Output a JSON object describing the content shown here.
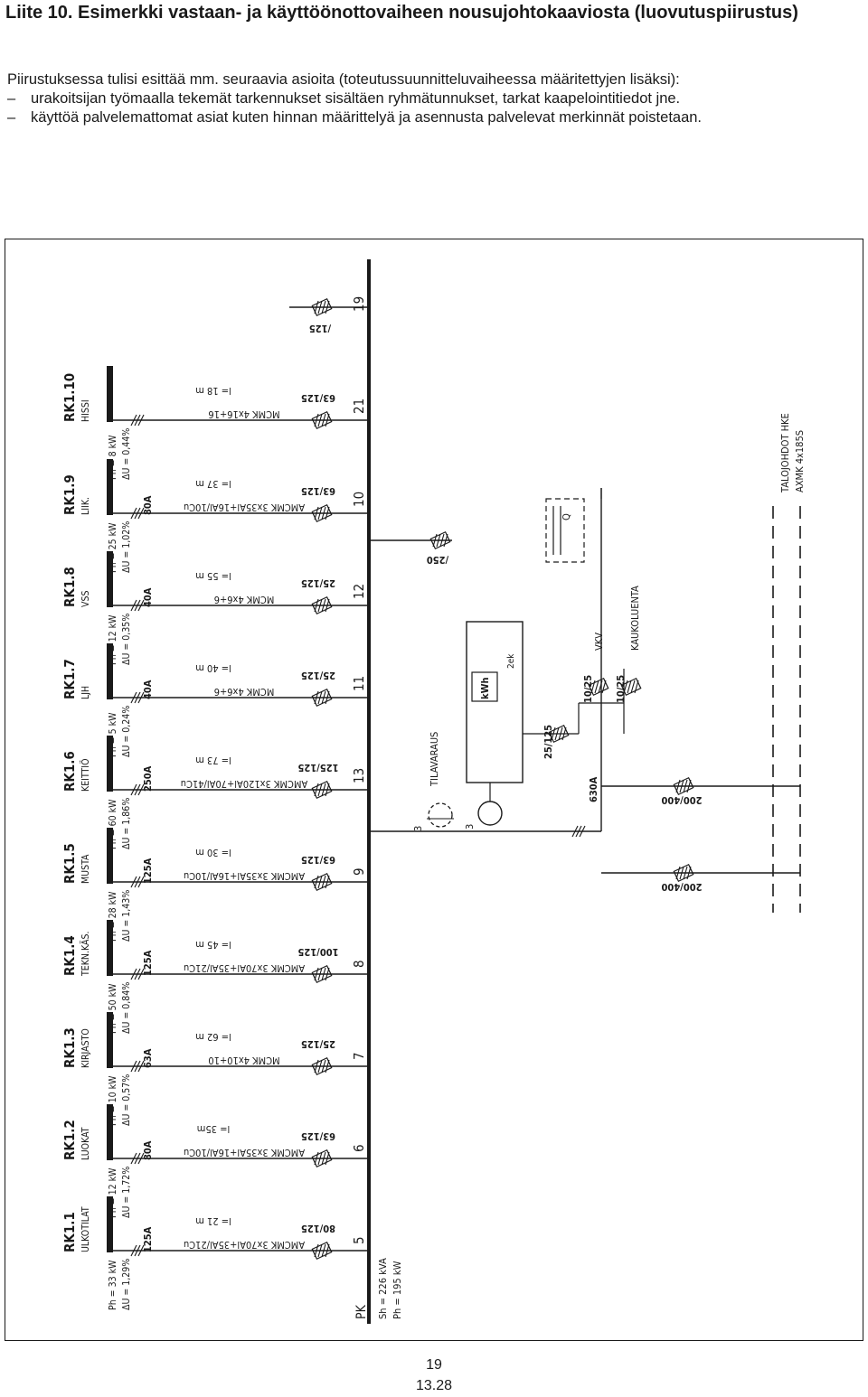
{
  "document": {
    "title": "Liite 10. Esimerkki vastaan- ja käyttöönottovaiheen nousujohtokaaviosta (luovutuspiirustus)",
    "intro": "Piirustuksessa tulisi esittää mm. seuraavia asioita (toteutussuunnitteluvaiheessa määritettyjen lisäksi):",
    "bullets": [
      "urakoitsijan työmaalla tekemät tarkennukset sisältäen ryhmätunnukset, tarkat kaapelointitiedot jne.",
      "käyttöä palvelemattomat asiat kuten hinnan määrittelyä ja asennusta palvelevat merkinnät poistetaan."
    ],
    "page_number": "19",
    "page_sub": "13.28"
  },
  "diagram": {
    "main_board": {
      "label": "PK",
      "sh": "Sh = 226 kVA",
      "ph": "Ph = 195 kW"
    },
    "feeders": [
      {
        "id": "RK1.1",
        "name": "ULKOTILAT",
        "ph": "Ph = 33 kW",
        "du": "ΔU = 1,29%",
        "fuse": "125A",
        "length": "l= 21 m",
        "cable": "AMCMK 3x70Al+35Al/21Cu",
        "ct": "80/125",
        "num": "5"
      },
      {
        "id": "RK1.2",
        "name": "LUOKAT",
        "ph": "Ph = 12 kW",
        "du": "ΔU = 1,72%",
        "fuse": "80A",
        "length": "l= 35m",
        "cable": "AMCMK 3x35Al+16Al/10Cu",
        "ct": "63/125",
        "num": "6"
      },
      {
        "id": "RK1.3",
        "name": "KIRJASTO",
        "ph": "Ph = 10 kW",
        "du": "ΔU = 0,57%",
        "fuse": "63A",
        "length": "l= 62 m",
        "cable": "MCMK 4x10+10",
        "ct": "25/125",
        "num": "7"
      },
      {
        "id": "RK1.4",
        "name": "TEKN.KÄS.",
        "ph": "Ph = 50 kW",
        "du": "ΔU = 0,84%",
        "fuse": "125A",
        "length": "l= 45 m",
        "cable": "AMCMK 3x70Al+35Al/21Cu",
        "ct": "100/125",
        "num": "8"
      },
      {
        "id": "RK1.5",
        "name": "MUSTA",
        "ph": "Ph = 28 kW",
        "du": "ΔU = 1,43%",
        "fuse": "125A",
        "length": "l= 30 m",
        "cable": "AMCMK 3x35Al+16Al/10Cu",
        "ct": "63/125",
        "num": "9"
      },
      {
        "id": "RK1.6",
        "name": "KEITTIÖ",
        "ph": "Ph = 60 kW",
        "du": "ΔU = 1,86%",
        "fuse": "250A",
        "length": "l= 73 m",
        "cable": "AMCMK 3x120Al+70Al/41Cu",
        "ct": "125/125",
        "num": "13"
      },
      {
        "id": "RK1.7",
        "name": "LJH",
        "ph": "Ph = 5 kW",
        "du": "ΔU = 0,24%",
        "fuse": "40A",
        "length": "l= 40 m",
        "cable": "MCMK 4x6+6",
        "ct": "25/125",
        "num": "11"
      },
      {
        "id": "RK1.8",
        "name": "VSS",
        "ph": "Ph = 12 kW",
        "du": "ΔU = 0,35%",
        "fuse": "40A",
        "length": "l= 55 m",
        "cable": "MCMK 4x6+6",
        "ct": "25/125",
        "num": "12"
      },
      {
        "id": "RK1.9",
        "name": "LIIK.",
        "ph": "Ph = 25 kW",
        "du": "ΔU = 1,02%",
        "fuse": "80A",
        "length": "l= 37 m",
        "cable": "AMCMK 3x35Al+16Al/10Cu",
        "ct": "63/125",
        "num": "10"
      },
      {
        "id": "RK1.10",
        "name": "HISSI",
        "ph": "Ph = 8 kW",
        "du": "ΔU = 0,44%",
        "fuse": "",
        "length": "l= 18 m",
        "cable": "MCMK 4x16+16",
        "ct": "63/125",
        "num": "21"
      }
    ],
    "extra_ct": {
      "ct": "/125",
      "num": "19"
    },
    "supply": {
      "busbar_ct": "/250",
      "reserve": "TILAVARAUS",
      "reserve_phase": "3",
      "meter_phase": "3",
      "meter": "kWh",
      "meter_note": "2ek",
      "main_fuse": "630A",
      "meter_ct": "25/125",
      "vkv_fuse": "10/25",
      "vkv": "VKV",
      "kauko_fuse": "10/25",
      "kaukoluenta": "KAUKOLUENTA",
      "ct_left": "200/400",
      "ct_right": "200/400",
      "breaker": "Q",
      "hke_title": "TALOJOHDOT HKE",
      "hke_cable": "AXMK 4x185S"
    }
  }
}
